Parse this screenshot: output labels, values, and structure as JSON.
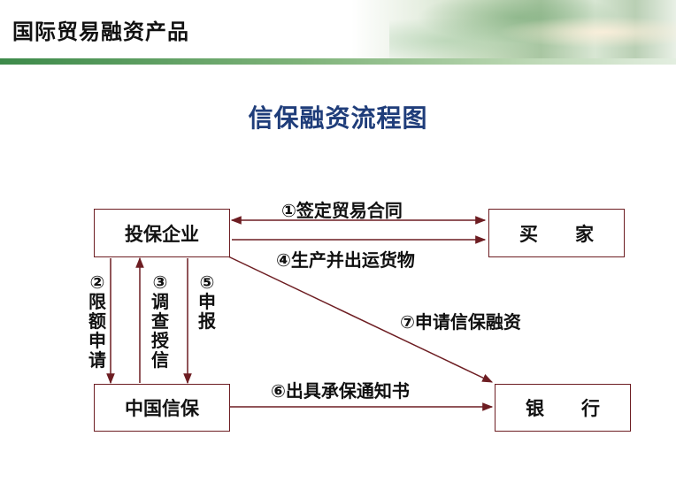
{
  "header": {
    "title": "国际贸易融资产品"
  },
  "diagram": {
    "title": "信保融资流程图",
    "nodes": {
      "enterprise": "投保企业",
      "buyer": "买　　家",
      "sinosure": "中国信保",
      "bank": "银　　行"
    },
    "steps": {
      "s1": "①签定贸易合同",
      "s2": "②限额申请",
      "s3": "③调查授信",
      "s4": "④生产并出运货物",
      "s5": "⑤申报",
      "s6": "⑥出具承保通知书",
      "s7": "⑦申请信保融资"
    }
  },
  "colors": {
    "arrow": "#6d1d22",
    "title": "#1f3d7a",
    "header_bar": "#3d8a4a"
  }
}
